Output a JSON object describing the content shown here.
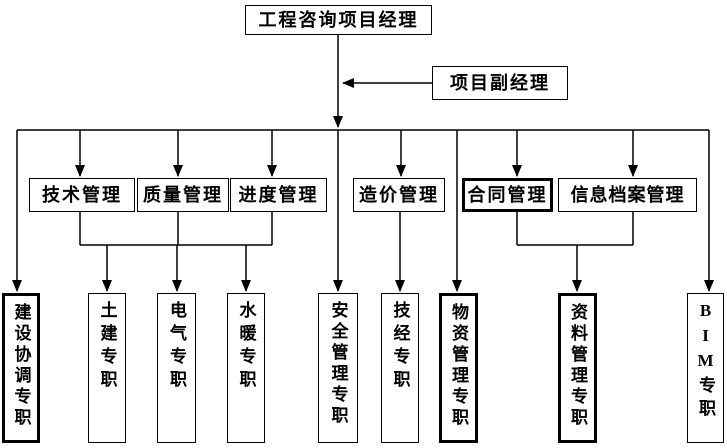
{
  "diagram": {
    "title_box": {
      "label": "工程咨询项目经理"
    },
    "deputy_box": {
      "label": "项目副经理"
    },
    "departments": [
      {
        "id": "technical",
        "label": "技术管理"
      },
      {
        "id": "quality",
        "label": "质量管理"
      },
      {
        "id": "schedule",
        "label": "进度管理"
      },
      {
        "id": "cost",
        "label": "造价管理"
      },
      {
        "id": "contract",
        "label": "合同管理",
        "emphasis": true
      },
      {
        "id": "info-archive",
        "label": "信息档案管理"
      }
    ],
    "specialists": [
      {
        "id": "construction-coordination",
        "label": "建设协调专职",
        "emphasis": true
      },
      {
        "id": "civil",
        "label": "土建专职"
      },
      {
        "id": "electrical",
        "label": "电气专职"
      },
      {
        "id": "plumbing-heating",
        "label": "水暖专职"
      },
      {
        "id": "safety-management",
        "label": "安全管理专职"
      },
      {
        "id": "technical-economic",
        "label": "技经专职"
      },
      {
        "id": "materials-management",
        "label": "物资管理专职",
        "emphasis": true
      },
      {
        "id": "documentation",
        "label": "资料管理专职",
        "emphasis": true
      },
      {
        "id": "bim",
        "label": "BIM专职"
      }
    ],
    "colors": {
      "line": "#000000",
      "border": "#000000",
      "background": "#ffffff",
      "text": "#000000"
    }
  }
}
